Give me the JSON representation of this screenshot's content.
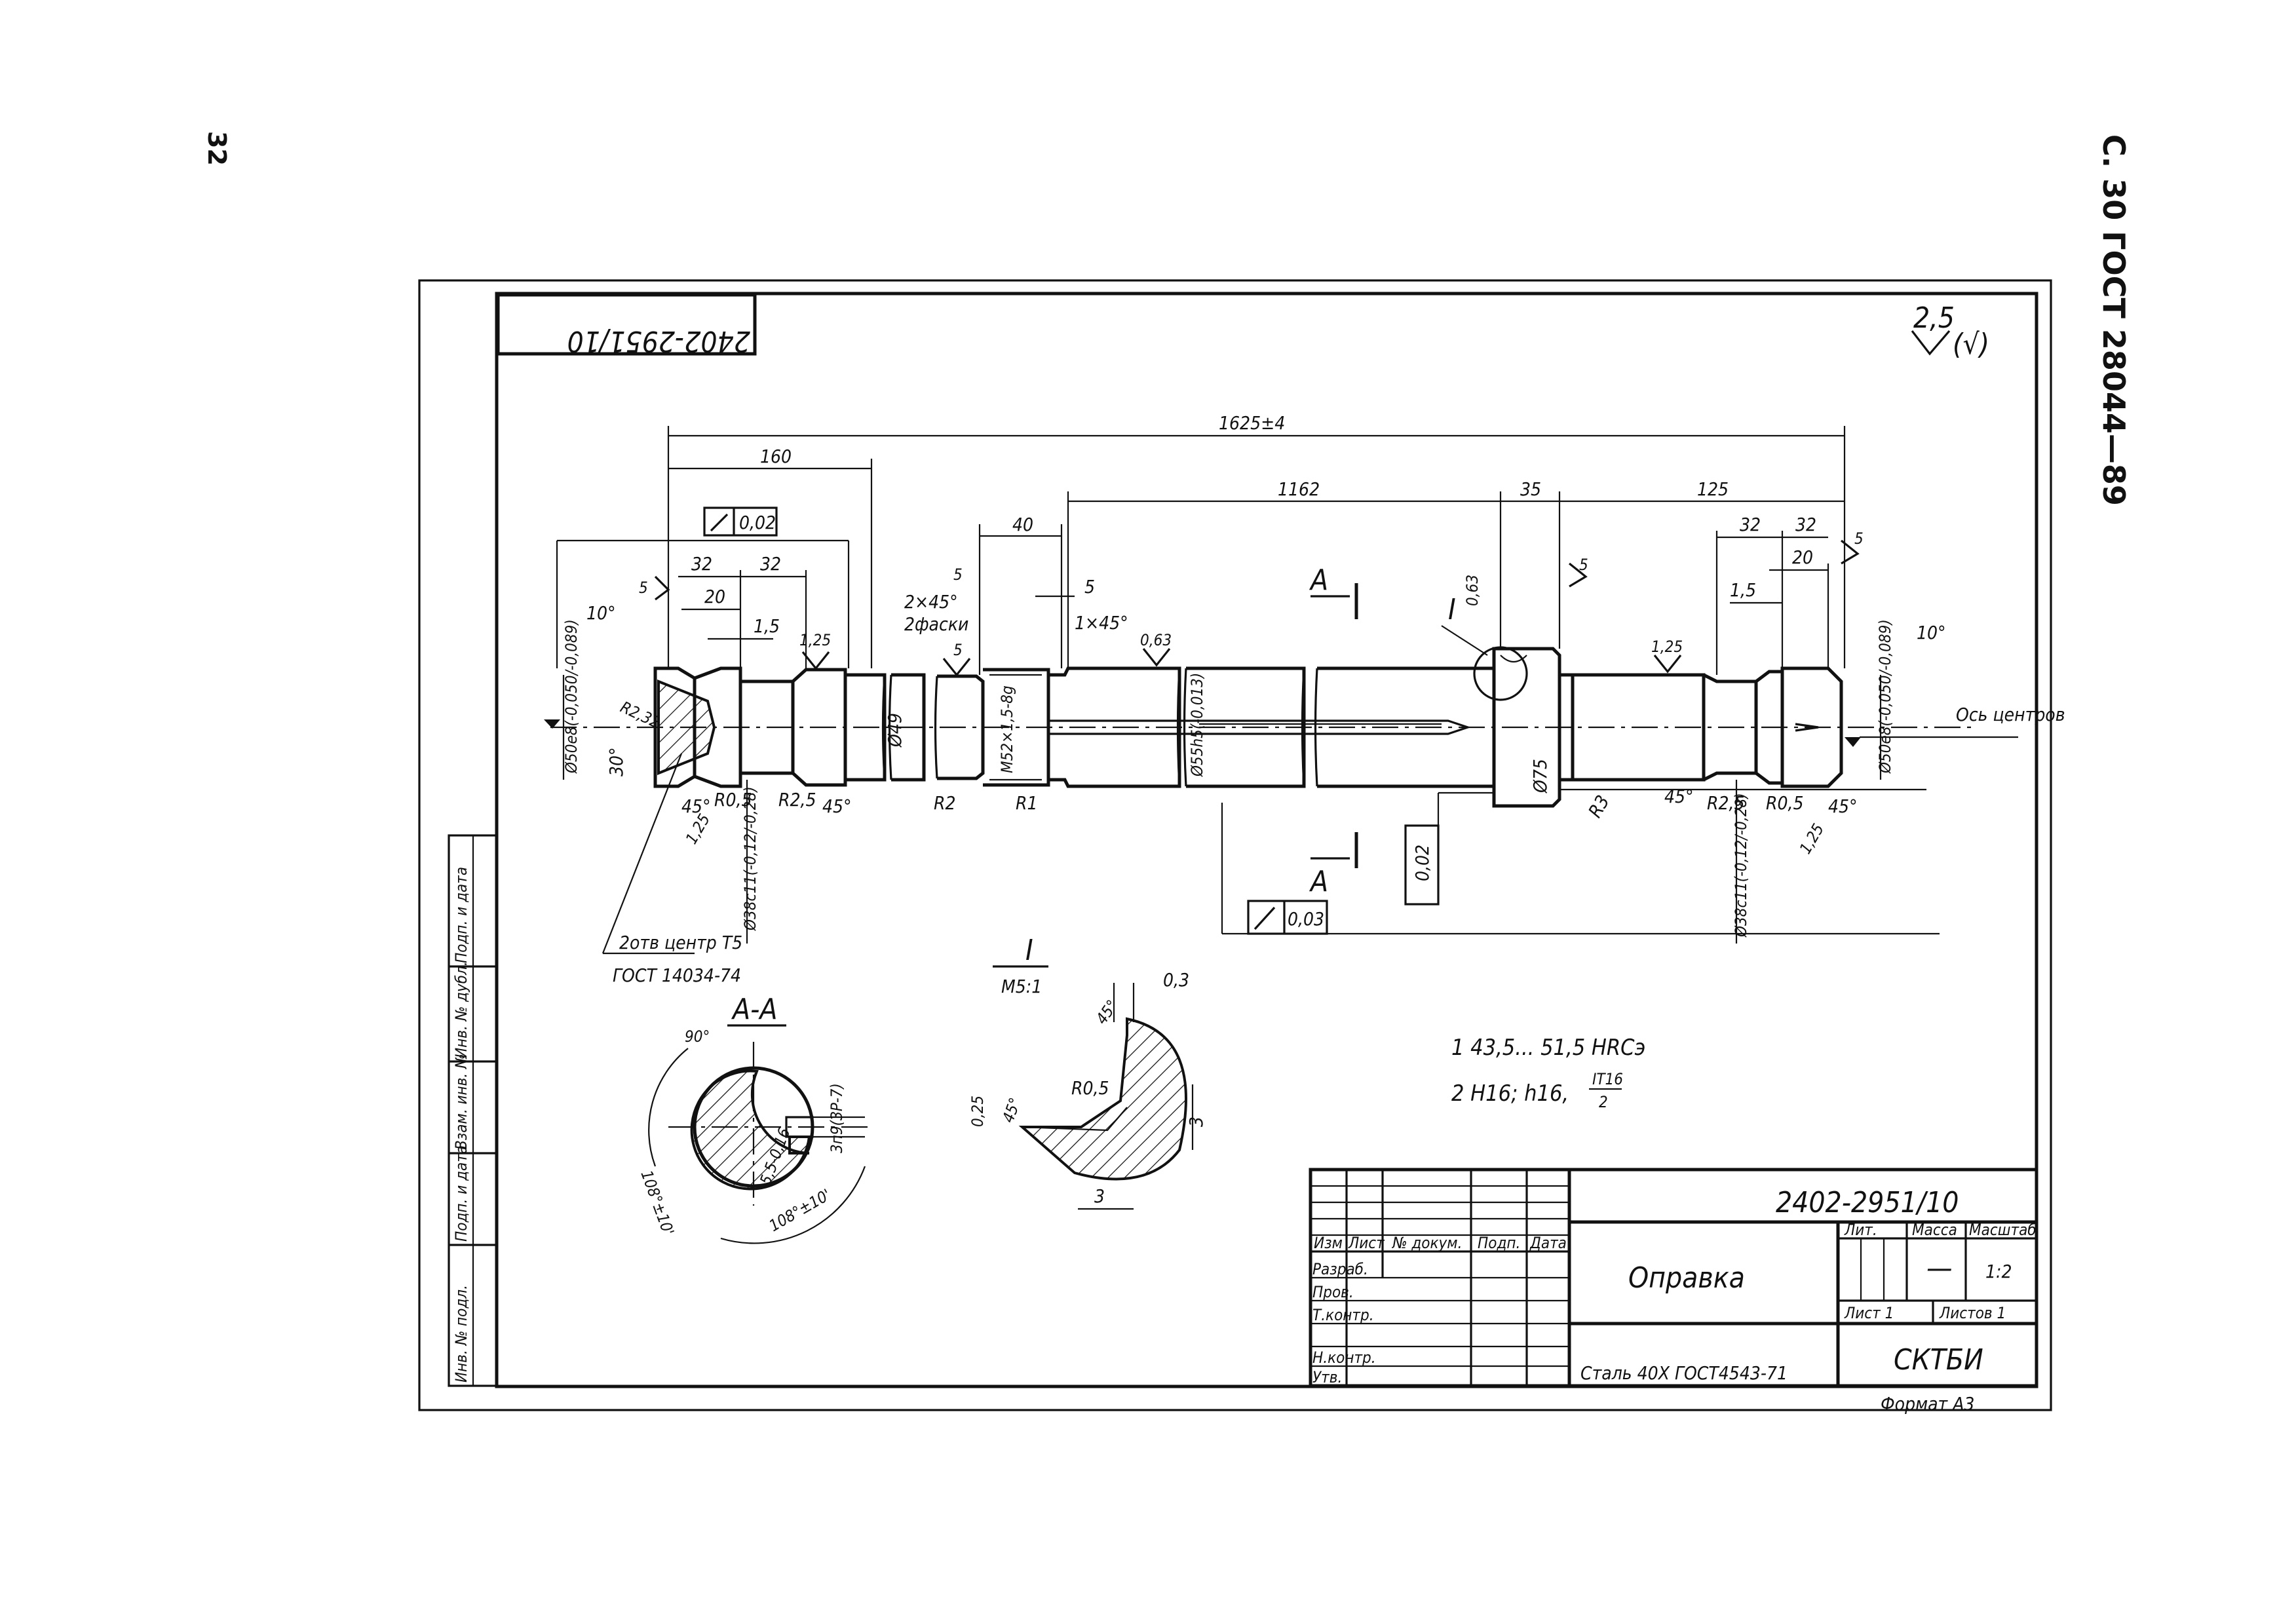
{
  "page": {
    "corner_number": "32",
    "standard_header": "С. 30 ГОСТ 28044—89"
  },
  "drawing": {
    "stamp_top": "2402-2951/10",
    "roughness_general": "2,5",
    "roughness_other": "(√)",
    "dimensions": {
      "overall": "1625±4",
      "d160": "160",
      "d1162": "1162",
      "d35": "35",
      "d125": "125",
      "d40": "40",
      "d5": "5",
      "d32a": "32",
      "d32b": "32",
      "d20a": "20",
      "d15a": "1,5",
      "d32c": "32",
      "d32d": "32",
      "d20b": "20",
      "d15b": "1,5",
      "chamfer1": "2×45°",
      "chamfer1_note": "2фаски",
      "chamfer2": "1×45°",
      "runout": "0,02",
      "runout2": "0,02",
      "runout3": "0,03",
      "angle10a": "10°",
      "angle10b": "10°",
      "angle30": "30°",
      "angle45a": "45°",
      "angle45b": "45°",
      "angle45c": "45°",
      "angle45d": "45°",
      "diam50left": "Ø50e8(-0,050/-0,089)",
      "diam50right": "Ø50e8(-0,050/-0,089)",
      "diam49": "Ø49",
      "thread": "М52×1,5-8g",
      "diam55": "Ø55h5(-0,013)",
      "diam75": "Ø75",
      "diam38left": "Ø38c11(-0,12/-0,28)",
      "diam38right": "Ø38c11(-0,12/-0,28)",
      "r05a": "R0,5",
      "r25a": "R2,5",
      "r2": "R2",
      "r1": "R1",
      "r3": "R3",
      "r25b": "R2,5",
      "r05b": "R0,5",
      "r232": "R2,32",
      "rough125a": "1,25",
      "rough125b": "1,25",
      "rough125c": "1,25",
      "rough125d": "1,25",
      "rough063a": "0,63",
      "rough063b": "0,63",
      "rough5a": "5",
      "rough5b": "5",
      "rough5c": "5",
      "rough5d": "5",
      "rough5e": "5",
      "section_mark_a": "А",
      "section_mark_b": "А",
      "detail_mark": "I",
      "axis_label": "Ось центров",
      "centers_note": "2отв центр Т5",
      "centers_gost": "ГОСТ 14034-74"
    },
    "section_aa": {
      "title": "А-А",
      "angle90": "90°",
      "groove": "3п9(ЗР-7)",
      "depth": "5,5-0,16",
      "angle_a": "108°±10'",
      "angle_b": "108°±10'"
    },
    "detail_i": {
      "title": "I",
      "scale": "М5:1",
      "d03": "0,3",
      "a45a": "45°",
      "a45b": "45°",
      "r05": "R0,5",
      "d025": "0,25",
      "d3a": "3",
      "d3b": "3"
    },
    "notes": [
      "1  43,5... 51,5 HRCэ",
      "2  H16; h16, ",
      "IT16",
      "2"
    ]
  },
  "side_strip": [
    "Инв. № подл.",
    "Подп. и дата",
    "Взам. инв. №",
    "Инв. № дубл.",
    "Подп. и дата"
  ],
  "title_block": {
    "designation": "2402-2951/10",
    "name": "Оправка",
    "material": "Сталь 40Х ГОСТ4543-71",
    "org": "СКТБИ",
    "format": "Формат А3",
    "hdr_lit": "Лит.",
    "hdr_mass": "Масса",
    "hdr_scale": "Масштаб",
    "mass_value": "—",
    "scale_value": "1:2",
    "sheet": "Лист 1",
    "sheets": "Листов 1",
    "col_izm": "Изм",
    "col_list": "Лист",
    "col_doc": "№ докум.",
    "col_sign": "Подп.",
    "col_date": "Дата",
    "row_razrab": "Разраб.",
    "row_prov": "Пров.",
    "row_tkontr": "Т.контр.",
    "row_nkontr": "Н.контр.",
    "row_utv": "Утв."
  }
}
